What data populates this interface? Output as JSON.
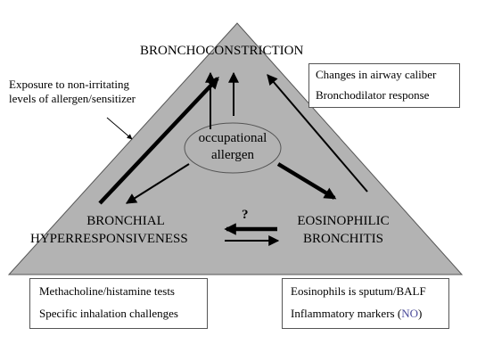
{
  "labels": {
    "bronchoconstriction": "BRONCHOCONSTRICTION",
    "exposure_line1": "Exposure to non-irritating",
    "exposure_line2": "levels of allergen/sensitizer",
    "center_line1": "occupational",
    "center_line2": "allergen",
    "bhr_line1": "BRONCHIAL",
    "bhr_line2": "HYPERRESPONSIVENESS",
    "eos_line1": "EOSINOPHILIC",
    "eos_line2": "BRONCHITIS",
    "question_mark": "?"
  },
  "boxes": {
    "top_right": [
      "Changes in airway caliber",
      "Bronchodilator response"
    ],
    "bottom_left": [
      "Methacholine/histamine tests",
      "Specific inhalation challenges"
    ],
    "bottom_right_line1": "Eosinophils is sputum/BALF",
    "bottom_right_line2_prefix": "Inflammatory markers (",
    "bottom_right_line2_highlight": "NO",
    "bottom_right_line2_suffix": ")"
  },
  "colors": {
    "triangle_fill": "#b3b3b3",
    "triangle_stroke": "#555555",
    "ellipse_fill": "#b3b3b3",
    "arrow": "#000000",
    "box_border": "#555555",
    "nitric_oxide_text": "#4a4a9a"
  }
}
